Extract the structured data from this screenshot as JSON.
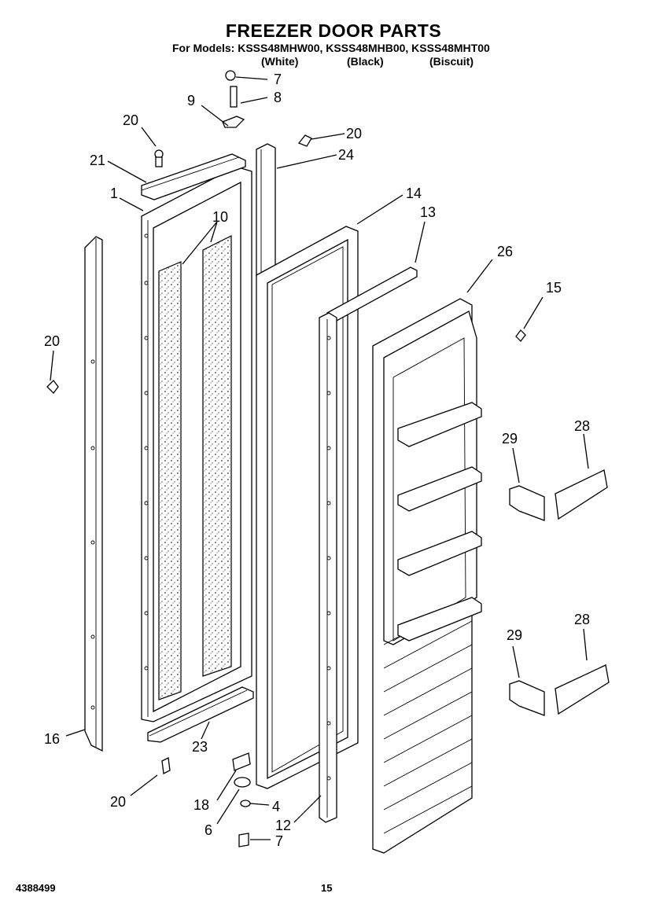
{
  "header": {
    "title": "FREEZER DOOR PARTS",
    "models_line": "For Models: KSSS48MHW00, KSSS48MHB00, KSSS48MHT00",
    "colors": [
      "(White)",
      "(Black)",
      "(Biscuit)"
    ]
  },
  "footer": {
    "doc_number": "4388499",
    "page_number": "15"
  },
  "callouts": {
    "c7_top": "7",
    "c8": "8",
    "c9": "9",
    "c20_a": "20",
    "c20_b": "20",
    "c21": "21",
    "c24": "24",
    "c1": "1",
    "c10": "10",
    "c14": "14",
    "c13": "13",
    "c26": "26",
    "c15": "15",
    "c20_c": "20",
    "c28_a": "28",
    "c29_a": "29",
    "c29_b": "29",
    "c28_b": "28",
    "c16": "16",
    "c23": "23",
    "c20_d": "20",
    "c18": "18",
    "c4": "4",
    "c6": "6",
    "c12": "12",
    "c7_bottom": "7"
  }
}
